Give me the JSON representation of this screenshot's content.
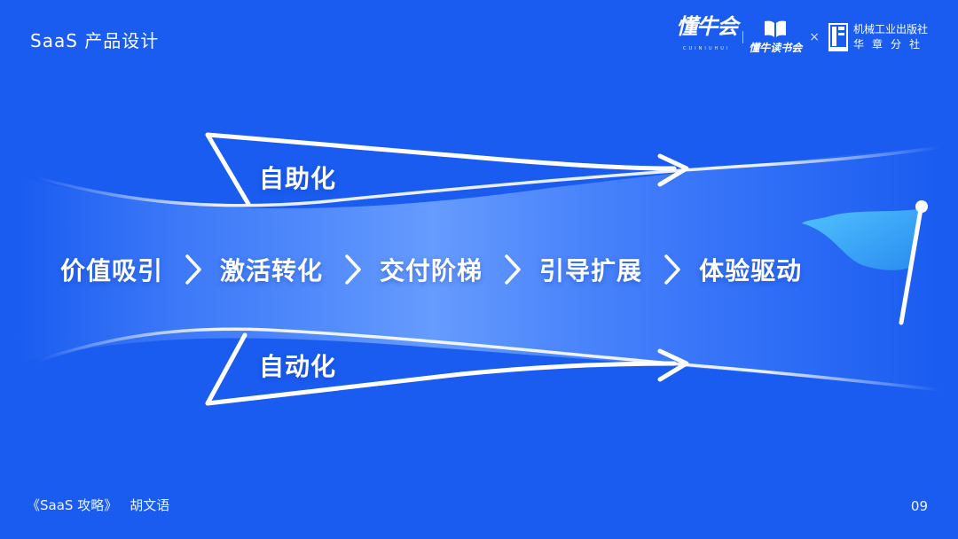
{
  "header": {
    "title": "SaaS 产品设计"
  },
  "logos": {
    "cnh": "懂牛会",
    "cnh_sub": "CUINIUHUI",
    "dushu": "懂牛读书会",
    "times": "×",
    "publisher_line1": "机械工业出版社",
    "publisher_line2": "华章分社"
  },
  "pennants": {
    "top": "自助化",
    "bottom": "自动化"
  },
  "flow": {
    "steps": [
      "价值吸引",
      "激活转化",
      "交付阶梯",
      "引导扩展",
      "体验驱动"
    ]
  },
  "footer": {
    "book": "《SaaS 攻略》",
    "author": "胡文语",
    "page": "09"
  },
  "colors": {
    "background": "#1a5cf0",
    "glow": "#6fa3ff",
    "flag": "#35b4ff"
  }
}
